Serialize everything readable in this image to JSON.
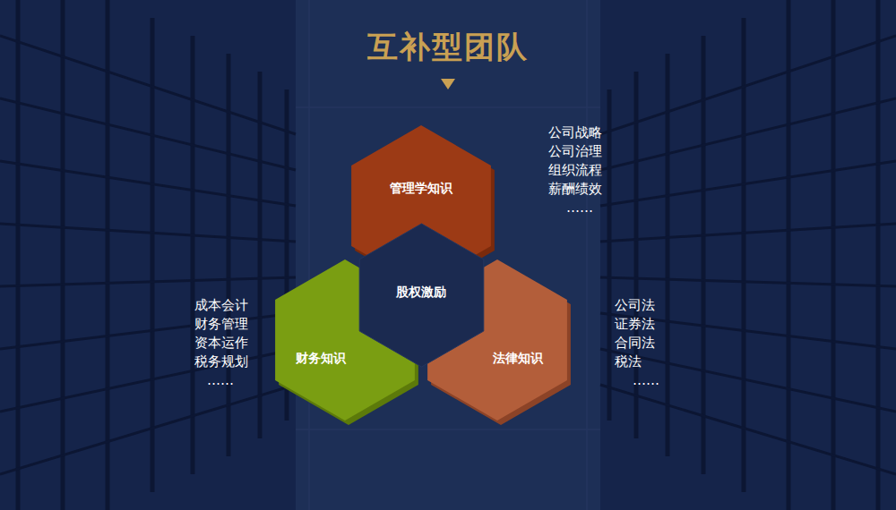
{
  "diagram": {
    "title": "互补型团队",
    "nodes": [
      {
        "text": [
          "管理学知识"
        ]
      },
      {
        "text": [
          "财务知识"
        ]
      },
      {
        "text": [
          "法律知识"
        ]
      },
      {
        "text": [
          "股权激励"
        ]
      }
    ],
    "labels": [
      "公司战略",
      "公司治理",
      "组织流程",
      "薪酬绩效",
      "……",
      "成本会计",
      "财务管理",
      "资本运作",
      "税务规划",
      "……",
      "公司法",
      "证券法",
      "合同法",
      "税法",
      "……"
    ]
  }
}
